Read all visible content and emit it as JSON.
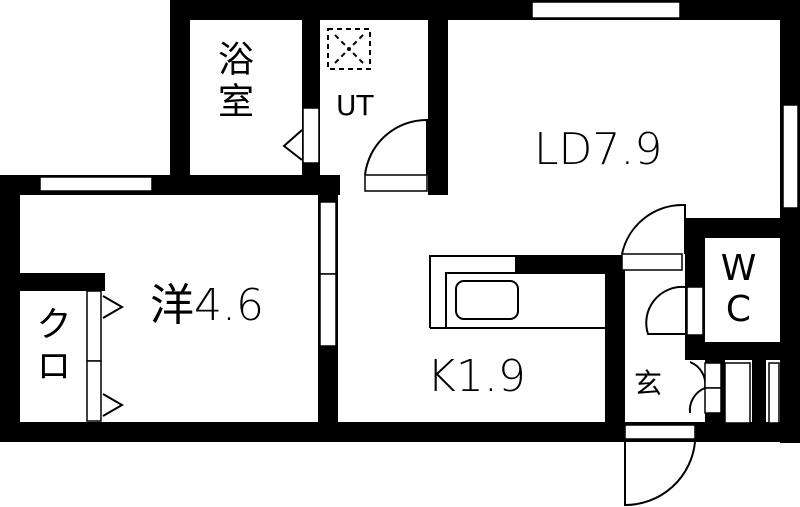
{
  "floor_plan": {
    "rooms": [
      {
        "id": "bath",
        "label": "浴室",
        "meaning": "bathroom"
      },
      {
        "id": "utility",
        "label": "UT"
      },
      {
        "id": "living_dining",
        "label": "LD7.9"
      },
      {
        "id": "western_room",
        "label": "洋4.6"
      },
      {
        "id": "closet",
        "label": "クロ"
      },
      {
        "id": "kitchen",
        "label": "K1.9"
      },
      {
        "id": "toilet",
        "label": "WC"
      },
      {
        "id": "entrance",
        "label": "玄"
      }
    ],
    "colors": {
      "wall": "#000000",
      "floor": "#ffffff"
    }
  }
}
